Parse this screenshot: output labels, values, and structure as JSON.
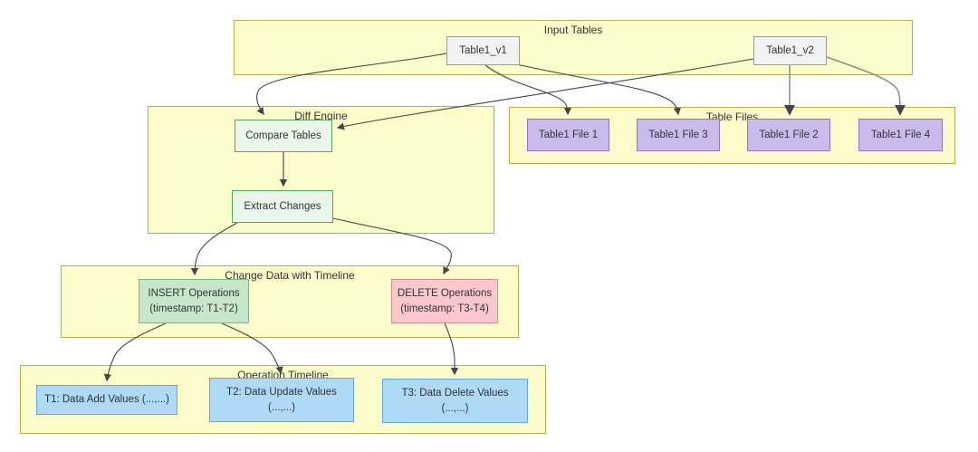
{
  "palette": {
    "cluster-fill": "#fcfccb",
    "cluster-border": "#b2b248",
    "text": "#333333",
    "edge": "#454545",
    "input-fill": "#f2f2f2",
    "input-border": "#9c9c9c",
    "process-fill": "#e9f6e9",
    "process-border": "#58a758",
    "file-fill": "#cbbbec",
    "file-border": "#9673c6",
    "insert-fill": "#c8e6c9",
    "insert-border": "#84b286",
    "delete-fill": "#f9c7cc",
    "delete-border": "#d18e96",
    "timeline-fill": "#aed9f7",
    "timeline-border": "#61a7e0"
  },
  "clusters": {
    "input_tables": {
      "label": "Input Tables"
    },
    "diff_engine": {
      "label": "Diff Engine"
    },
    "table_files": {
      "label": "Table Files"
    },
    "change_data": {
      "label": "Change Data with Timeline"
    },
    "operation_timeline": {
      "label": "Operation Timeline"
    }
  },
  "nodes": {
    "table1_v1": {
      "label": "Table1_v1"
    },
    "table1_v2": {
      "label": "Table1_v2"
    },
    "compare_tables": {
      "label": "Compare Tables"
    },
    "extract_changes": {
      "label": "Extract Changes"
    },
    "file1": {
      "label": "Table1 File 1"
    },
    "file3": {
      "label": "Table1 File 3"
    },
    "file2": {
      "label": "Table1 File 2"
    },
    "file4": {
      "label": "Table1 File 4"
    },
    "insert_ops": {
      "line1": "INSERT Operations",
      "line2": "(timestamp: T1-T2)"
    },
    "delete_ops": {
      "line1": "DELETE Operations",
      "line2": "(timestamp: T3-T4)"
    },
    "t1": {
      "line1": "T1: Data Add Values (...,...)"
    },
    "t2": {
      "line1": "T2: Data Update Values",
      "line2": "(...,...)"
    },
    "t3": {
      "line1": "T3: Data Delete Values",
      "line2": "(...,...)"
    }
  },
  "edges": [
    {
      "from": "Table1_v1",
      "to": "Compare Tables"
    },
    {
      "from": "Table1_v2",
      "to": "Compare Tables"
    },
    {
      "from": "Table1_v1",
      "to": "Table1 File 1"
    },
    {
      "from": "Table1_v1",
      "to": "Table1 File 3"
    },
    {
      "from": "Table1_v2",
      "to": "Table1 File 2"
    },
    {
      "from": "Table1_v2",
      "to": "Table1 File 4"
    },
    {
      "from": "Compare Tables",
      "to": "Extract Changes"
    },
    {
      "from": "Extract Changes",
      "to": "INSERT Operations"
    },
    {
      "from": "Extract Changes",
      "to": "DELETE Operations"
    },
    {
      "from": "INSERT Operations",
      "to": "T1: Data Add Values"
    },
    {
      "from": "INSERT Operations",
      "to": "T2: Data Update Values"
    },
    {
      "from": "DELETE Operations",
      "to": "T3: Data Delete Values"
    }
  ]
}
